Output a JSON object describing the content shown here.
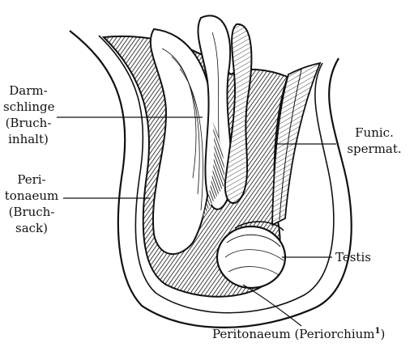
{
  "labels": {
    "darmschlinge": {
      "lines": [
        "Darm-",
        "schlinge",
        "(Bruch-",
        "inhalt)"
      ]
    },
    "peritonaeum_left": {
      "lines": [
        "Peri-",
        "tonaeum",
        "(Bruch-",
        "sack)"
      ]
    },
    "funic": {
      "lines": [
        "Funic.",
        "spermat."
      ]
    },
    "testis": {
      "text": "Testis"
    },
    "peritonaeum_bottom": {
      "text": "Peritonaeum (Periorchium",
      "superscript": "1",
      "close": ")"
    }
  },
  "colors": {
    "ink": "#111111",
    "paper": "#ffffff"
  }
}
